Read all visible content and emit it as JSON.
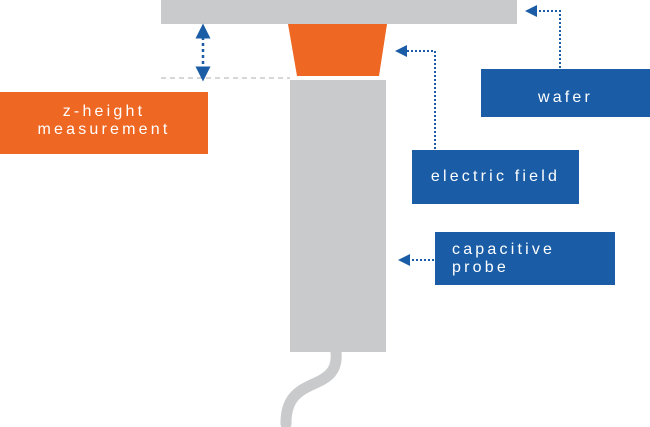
{
  "labels": {
    "z_height": {
      "line1": "z-height",
      "line2": "measurement"
    },
    "wafer": "wafer",
    "electric_field": "electric field",
    "capacitive_probe": {
      "line1": "capacitive",
      "line2": "probe"
    }
  },
  "colors": {
    "orange": "#ee6723",
    "blue": "#1a5da6",
    "gray": "#c8cacc",
    "dashed_line": "#c8cacc"
  }
}
